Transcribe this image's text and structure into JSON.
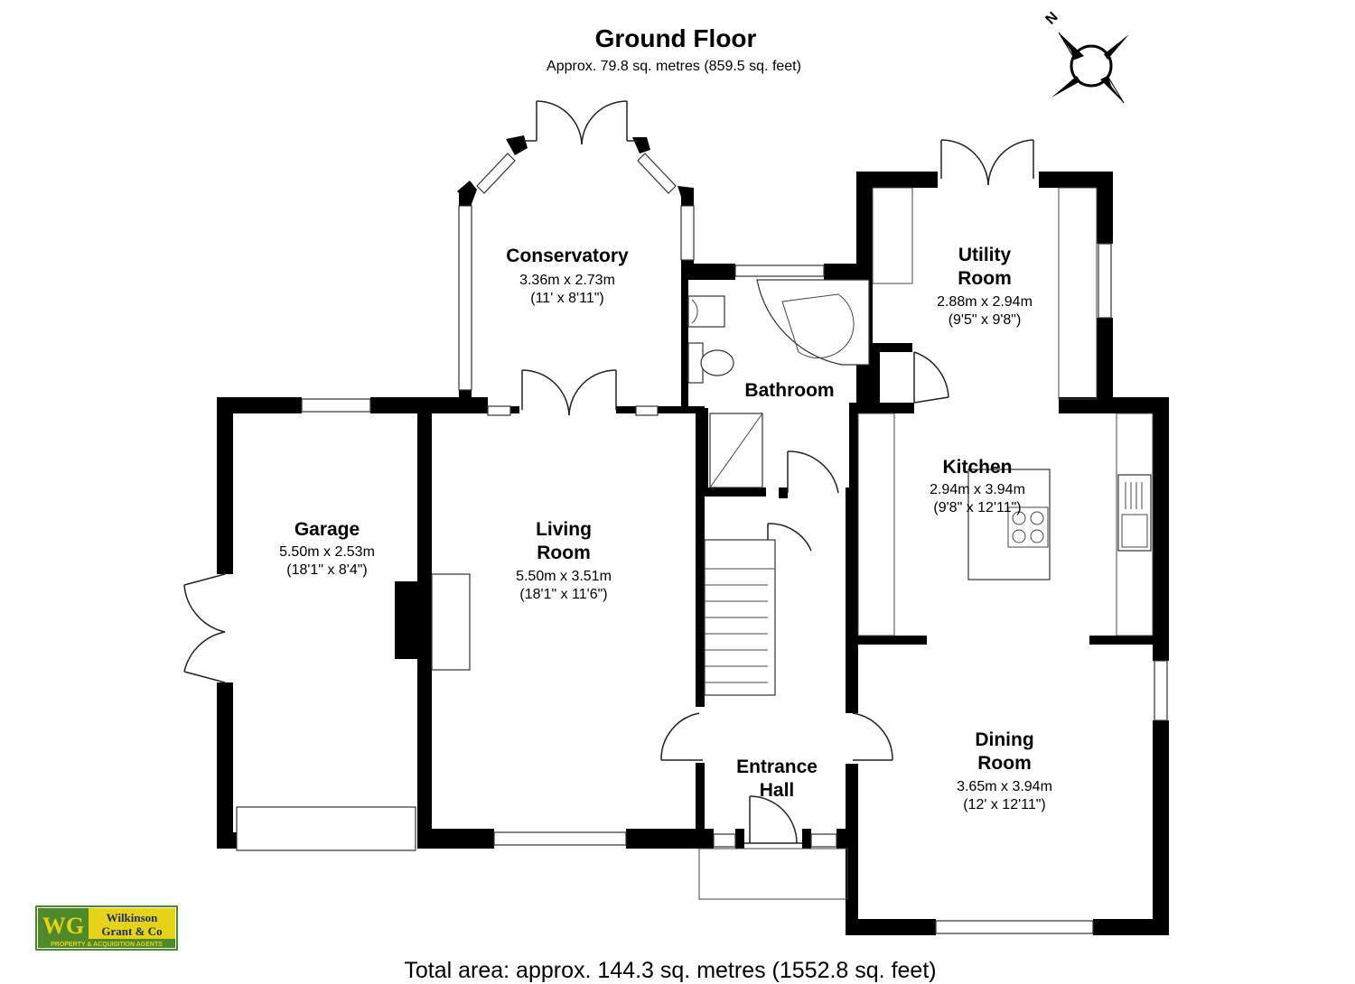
{
  "header": {
    "title": "Ground Floor",
    "subtitle": "Approx. 79.8 sq. metres (859.5 sq. feet)"
  },
  "compass": {
    "label": "N",
    "icon": "compass-rose-icon"
  },
  "rooms": {
    "conservatory": {
      "name": "Conservatory",
      "dim_m": "3.36m x 2.73m",
      "dim_ft": "(11' x 8'11\")"
    },
    "utility": {
      "name_line1": "Utility",
      "name_line2": "Room",
      "dim_m": "2.88m x 2.94m",
      "dim_ft": "(9'5\" x 9'8\")"
    },
    "bathroom": {
      "name": "Bathroom"
    },
    "kitchen": {
      "name": "Kitchen",
      "dim_m": "2.94m x 3.94m",
      "dim_ft": "(9'8\" x 12'11\")"
    },
    "garage": {
      "name": "Garage",
      "dim_m": "5.50m x 2.53m",
      "dim_ft": "(18'1\" x 8'4\")"
    },
    "living": {
      "name_line1": "Living",
      "name_line2": "Room",
      "dim_m": "5.50m x 3.51m",
      "dim_ft": "(18'1\" x 11'6\")"
    },
    "entrance": {
      "name_line1": "Entrance",
      "name_line2": "Hall"
    },
    "dining": {
      "name_line1": "Dining",
      "name_line2": "Room",
      "dim_m": "3.65m x 3.94m",
      "dim_ft": "(12' x 12'11\")"
    }
  },
  "logo": {
    "mark": "WG",
    "line1": "Wilkinson",
    "line2": "Grant & Co",
    "tagline": "PROPERTY & ACQUISITION AGENTS",
    "color_green": "#4f8a2a",
    "color_yellow": "#e7d21a",
    "color_navy": "#1d2f6b"
  },
  "footer": {
    "total": "Total area: approx. 144.3 sq. metres (1552.8 sq. feet)"
  }
}
